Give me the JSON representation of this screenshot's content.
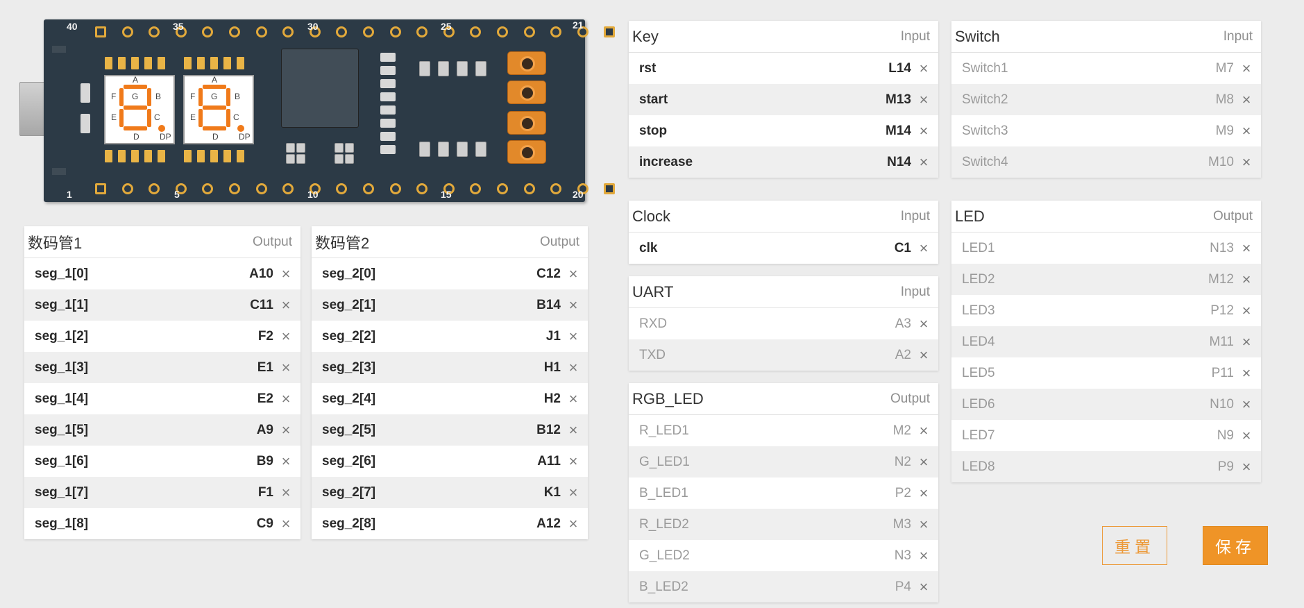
{
  "board": {
    "pin_labels_top": [
      "40",
      "35",
      "30",
      "25",
      "21"
    ],
    "pin_labels_bottom": [
      "1",
      "5",
      "10",
      "15",
      "20"
    ],
    "segment_letters": [
      "A",
      "F",
      "G",
      "B",
      "E",
      "C",
      "D",
      "DP"
    ]
  },
  "panels": {
    "seg1": {
      "title": "数码管1",
      "type": "Output",
      "rows": [
        {
          "name": "seg_1[0]",
          "pin": "A10"
        },
        {
          "name": "seg_1[1]",
          "pin": "C11"
        },
        {
          "name": "seg_1[2]",
          "pin": "F2"
        },
        {
          "name": "seg_1[3]",
          "pin": "E1"
        },
        {
          "name": "seg_1[4]",
          "pin": "E2"
        },
        {
          "name": "seg_1[5]",
          "pin": "A9"
        },
        {
          "name": "seg_1[6]",
          "pin": "B9"
        },
        {
          "name": "seg_1[7]",
          "pin": "F1"
        },
        {
          "name": "seg_1[8]",
          "pin": "C9"
        }
      ]
    },
    "seg2": {
      "title": "数码管2",
      "type": "Output",
      "rows": [
        {
          "name": "seg_2[0]",
          "pin": "C12"
        },
        {
          "name": "seg_2[1]",
          "pin": "B14"
        },
        {
          "name": "seg_2[2]",
          "pin": "J1"
        },
        {
          "name": "seg_2[3]",
          "pin": "H1"
        },
        {
          "name": "seg_2[4]",
          "pin": "H2"
        },
        {
          "name": "seg_2[5]",
          "pin": "B12"
        },
        {
          "name": "seg_2[6]",
          "pin": "A11"
        },
        {
          "name": "seg_2[7]",
          "pin": "K1"
        },
        {
          "name": "seg_2[8]",
          "pin": "A12"
        }
      ]
    },
    "key": {
      "title": "Key",
      "type": "Input",
      "rows": [
        {
          "name": "rst",
          "pin": "L14"
        },
        {
          "name": "start",
          "pin": "M13"
        },
        {
          "name": "stop",
          "pin": "M14"
        },
        {
          "name": "increase",
          "pin": "N14"
        }
      ]
    },
    "switch": {
      "title": "Switch",
      "type": "Input",
      "rows": [
        {
          "name": "Switch1",
          "pin": "M7"
        },
        {
          "name": "Switch2",
          "pin": "M8"
        },
        {
          "name": "Switch3",
          "pin": "M9"
        },
        {
          "name": "Switch4",
          "pin": "M10"
        }
      ]
    },
    "clock": {
      "title": "Clock",
      "type": "Input",
      "rows": [
        {
          "name": "clk",
          "pin": "C1"
        }
      ]
    },
    "uart": {
      "title": "UART",
      "type": "Input",
      "rows": [
        {
          "name": "RXD",
          "pin": "A3"
        },
        {
          "name": "TXD",
          "pin": "A2"
        }
      ]
    },
    "rgb": {
      "title": "RGB_LED",
      "type": "Output",
      "rows": [
        {
          "name": "R_LED1",
          "pin": "M2"
        },
        {
          "name": "G_LED1",
          "pin": "N2"
        },
        {
          "name": "B_LED1",
          "pin": "P2"
        },
        {
          "name": "R_LED2",
          "pin": "M3"
        },
        {
          "name": "G_LED2",
          "pin": "N3"
        },
        {
          "name": "B_LED2",
          "pin": "P4"
        }
      ]
    },
    "led": {
      "title": "LED",
      "type": "Output",
      "rows": [
        {
          "name": "LED1",
          "pin": "N13"
        },
        {
          "name": "LED2",
          "pin": "M12"
        },
        {
          "name": "LED3",
          "pin": "P12"
        },
        {
          "name": "LED4",
          "pin": "M11"
        },
        {
          "name": "LED5",
          "pin": "P11"
        },
        {
          "name": "LED6",
          "pin": "N10"
        },
        {
          "name": "LED7",
          "pin": "N9"
        },
        {
          "name": "LED8",
          "pin": "P9"
        }
      ]
    }
  },
  "close_glyph": "×",
  "actions": {
    "reset_label": "重置",
    "save_label": "保存"
  },
  "colors": {
    "accent": "#ef9427",
    "board": "#2c3a46",
    "segment": "#f07a1a"
  }
}
